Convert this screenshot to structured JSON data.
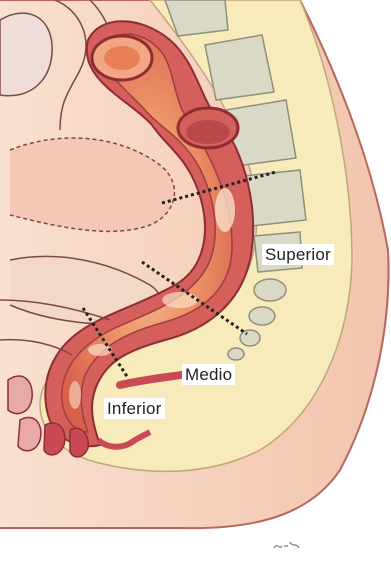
{
  "figure": {
    "labels": {
      "superior": "Superior",
      "medio": "Medio",
      "inferior": "Inferior"
    },
    "signature_text": "ps—f",
    "colors": {
      "skin": "#f6d4c0",
      "pelvis_tan": "#f7ebbb",
      "bone": "#d9d9c6",
      "bowel_outer": "#d45f5b",
      "bowel_inner": "#e87f56",
      "bowel_highlight": "#f7c6a4",
      "mucosa": "#c94a55"
    },
    "icons": [
      "rectum-sagittal-illustration"
    ]
  }
}
